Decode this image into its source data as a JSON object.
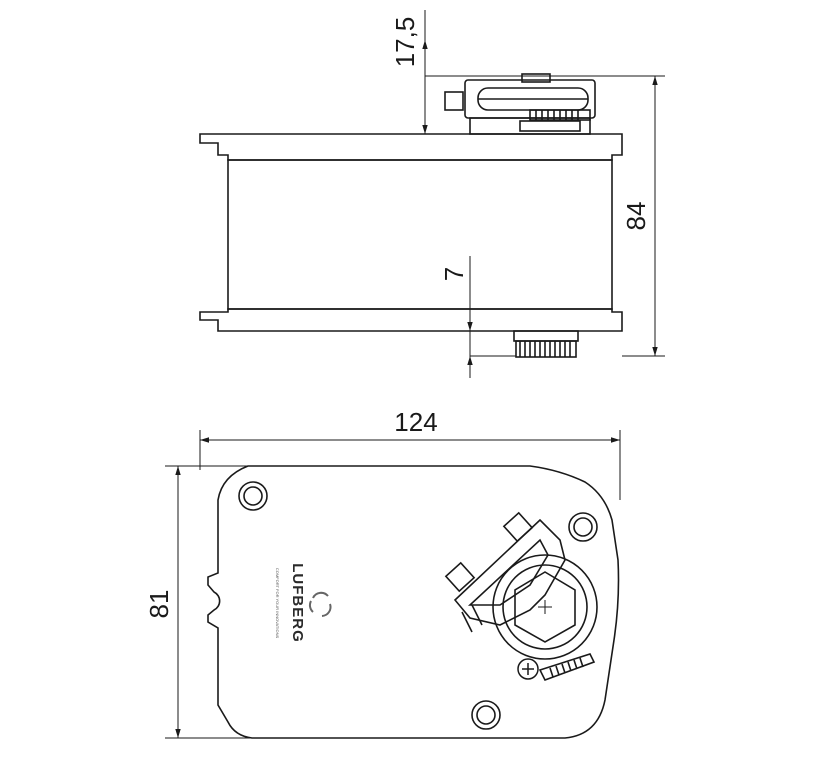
{
  "dimensions": {
    "top_clamp_height": "17,5",
    "overall_height": "84",
    "bottom_shaft_height": "7",
    "overall_length": "124",
    "overall_width": "81"
  },
  "logo": {
    "brand": "LUFBERG",
    "tagline": "COMFORT FOR YOUR INNOVATIONS"
  },
  "colors": {
    "line": "#1a1a1a",
    "body_fill": "#ffffff",
    "background": "#ffffff"
  },
  "icons": {
    "center_mark": "plus",
    "adjust_screw": "cross-screw",
    "logo_emblem": "swirl"
  }
}
